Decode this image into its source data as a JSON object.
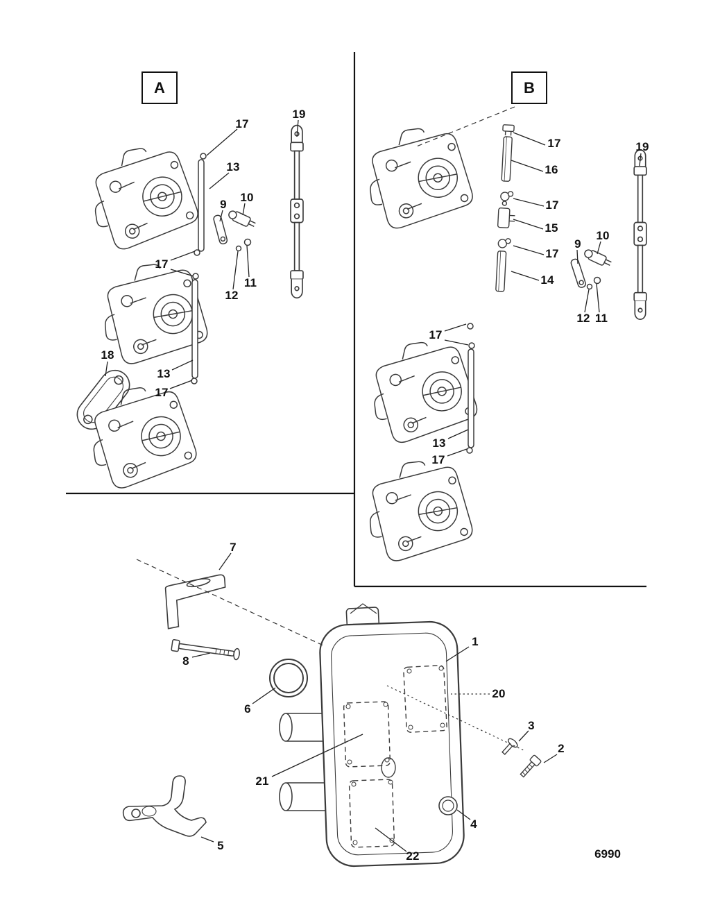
{
  "diagram": {
    "part_number": "6990",
    "sections": [
      {
        "label": "A"
      },
      {
        "label": "B"
      }
    ],
    "callouts": [
      {
        "n": "17"
      },
      {
        "n": "13"
      },
      {
        "n": "19"
      },
      {
        "n": "9"
      },
      {
        "n": "10"
      },
      {
        "n": "17"
      },
      {
        "n": "12"
      },
      {
        "n": "11"
      },
      {
        "n": "18"
      },
      {
        "n": "13"
      },
      {
        "n": "17"
      },
      {
        "n": "17"
      },
      {
        "n": "16"
      },
      {
        "n": "17"
      },
      {
        "n": "15"
      },
      {
        "n": "17"
      },
      {
        "n": "14"
      },
      {
        "n": "19"
      },
      {
        "n": "9"
      },
      {
        "n": "10"
      },
      {
        "n": "12"
      },
      {
        "n": "11"
      },
      {
        "n": "17"
      },
      {
        "n": "13"
      },
      {
        "n": "17"
      },
      {
        "n": "7"
      },
      {
        "n": "8"
      },
      {
        "n": "6"
      },
      {
        "n": "1"
      },
      {
        "n": "20"
      },
      {
        "n": "3"
      },
      {
        "n": "2"
      },
      {
        "n": "21"
      },
      {
        "n": "4"
      },
      {
        "n": "5"
      },
      {
        "n": "22"
      }
    ]
  }
}
